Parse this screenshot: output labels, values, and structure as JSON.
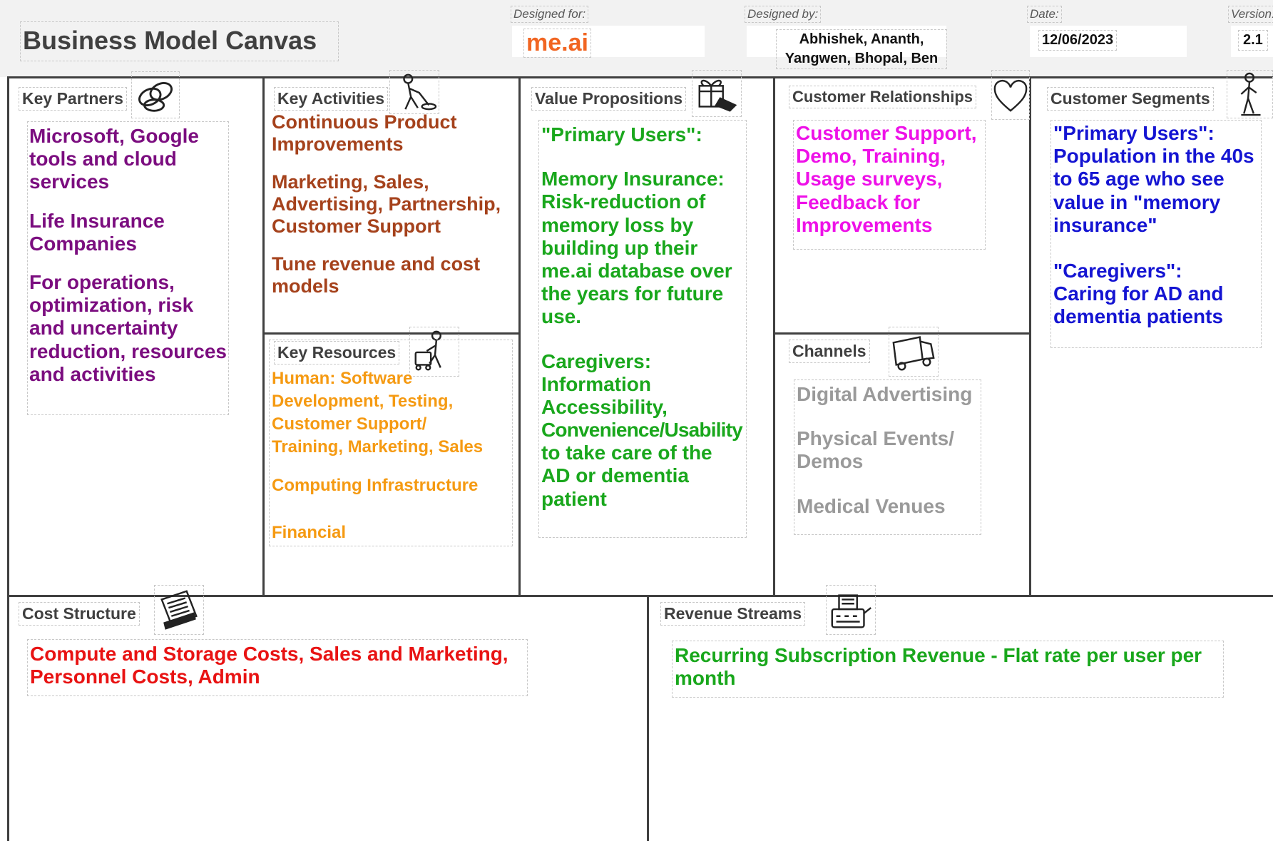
{
  "header": {
    "title": "Business Model Canvas",
    "designed_for_label": "Designed for:",
    "designed_for_value": "me.ai",
    "designed_by_label": "Designed by:",
    "designed_by_line1": "Abhishek, Ananth,",
    "designed_by_line2": "Yangwen, Bhopal, Ben",
    "date_label": "Date:",
    "date_value": "12/06/2023",
    "version_label": "Version:",
    "version_value": "2.1"
  },
  "sections": {
    "key_partners": {
      "label": "Key Partners",
      "icon": "chain-link-icon",
      "color": "#7b0d7f",
      "items": [
        "Microsoft, Google",
        "tools and cloud",
        "services",
        "Life Insurance",
        "Companies",
        "For operations,",
        "optimization, risk",
        "and uncertainty",
        "reduction, resources",
        "and activities"
      ]
    },
    "key_activities": {
      "label": "Key Activities",
      "icon": "worker-icon",
      "color": "#a5421c",
      "items": [
        "Continuous Product",
        "Improvements",
        "Marketing, Sales,",
        "Advertising, Partnership,",
        "Customer Support",
        "Tune revenue and cost",
        "models"
      ]
    },
    "key_resources": {
      "label": "Key Resources",
      "icon": "worker-with-cart-icon",
      "color": "#f59a12",
      "items": [
        "Human: Software",
        "Development, Testing,",
        "Customer Support/",
        "Training, Marketing,  Sales",
        "Computing Infrastructure",
        "Financial"
      ]
    },
    "value_propositions": {
      "label": "Value Propositions",
      "icon": "gift-icon",
      "color": "#19a71c",
      "items": [
        "\"Primary Users\":",
        "Memory Insurance:",
        "Risk-reduction of",
        "memory loss by",
        "building up their",
        "me.ai database over",
        "the years for future",
        "use.",
        "Caregivers:",
        "Information",
        "Accessibility,",
        "Convenience/Usability",
        "to take care of the",
        "AD or dementia",
        "patient"
      ]
    },
    "customer_relationships": {
      "label": "Customer Relationships",
      "icon": "heart-icon",
      "color": "#ee11e8",
      "items": [
        "Customer Support,",
        "Demo, Training,",
        "Usage surveys,",
        "Feedback for",
        "Improvements"
      ]
    },
    "channels": {
      "label": "Channels",
      "icon": "truck-icon",
      "color": "#9a9a9a",
      "items": [
        "Digital Advertising",
        "Physical Events/",
        "Demos",
        "Medical Venues"
      ]
    },
    "customer_segments": {
      "label": "Customer Segments",
      "icon": "person-icon",
      "color": "#1414d2",
      "items": [
        "\"Primary Users\":",
        "Population in the 40s",
        "to 65 age who see",
        "value in \"memory",
        "insurance\"",
        "\"Caregivers\":",
        "Caring for AD and",
        "dementia patients"
      ]
    },
    "cost_structure": {
      "label": "Cost Structure",
      "icon": "price-tag-icon",
      "color": "#e81313",
      "items": [
        "Compute and Storage Costs, Sales and Marketing,",
        "Personnel Costs, Admin"
      ]
    },
    "revenue_streams": {
      "label": "Revenue Streams",
      "icon": "cash-register-icon",
      "color": "#19a71c",
      "items": [
        "Recurring Subscription Revenue - Flat rate per user per",
        "month"
      ]
    }
  }
}
